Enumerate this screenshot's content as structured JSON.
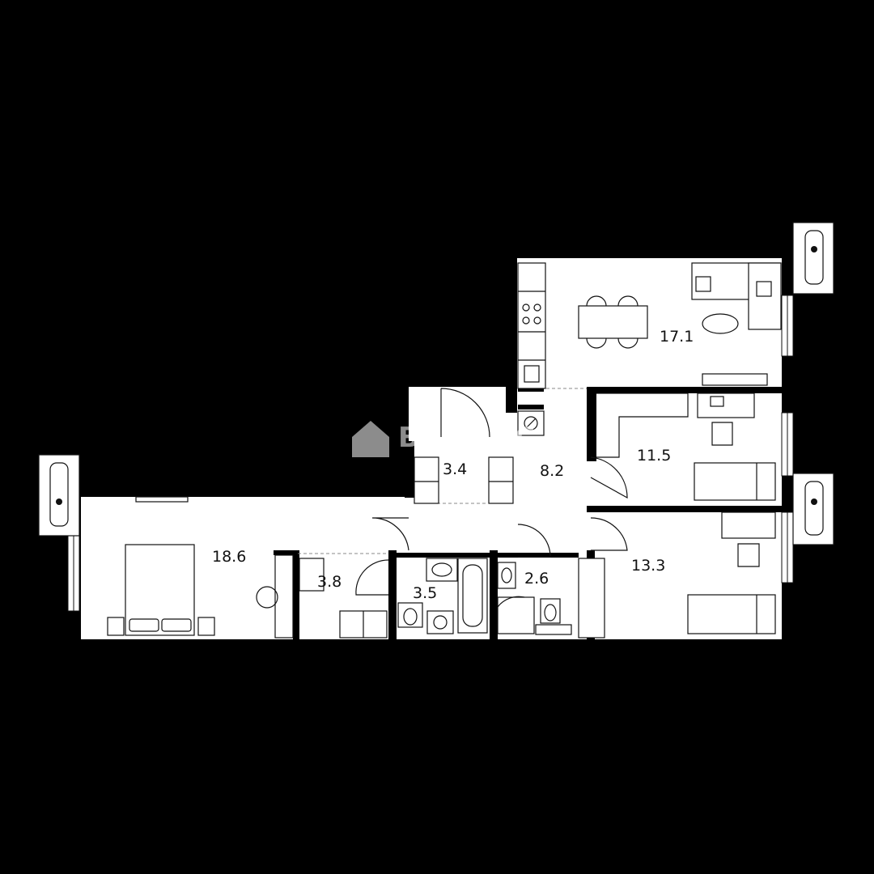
{
  "plan": {
    "watermark": "ВЛАДИС",
    "rooms": [
      {
        "id": "kitchen",
        "area": "17.1"
      },
      {
        "id": "bedroom-1",
        "area": "11.5"
      },
      {
        "id": "bedroom-2",
        "area": "13.3"
      },
      {
        "id": "hall",
        "area": "8.2"
      },
      {
        "id": "wardrobe-1",
        "area": "3.4"
      },
      {
        "id": "master-bedroom",
        "area": "18.6"
      },
      {
        "id": "wardrobe-2",
        "area": "3.8"
      },
      {
        "id": "bathroom",
        "area": "3.5"
      },
      {
        "id": "shower-room",
        "area": "2.6"
      }
    ]
  }
}
